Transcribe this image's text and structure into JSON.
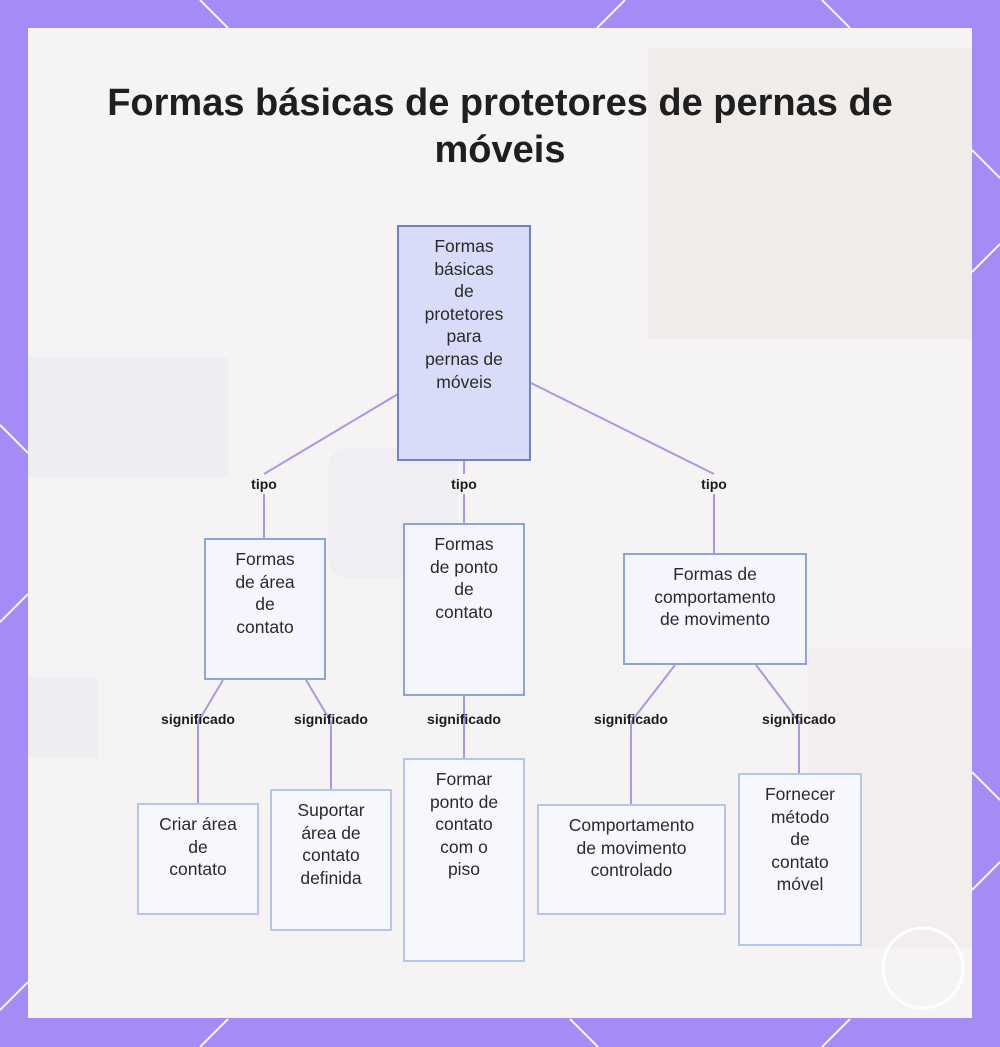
{
  "title": "Formas básicas de protetores de pernas de móveis",
  "colors": {
    "border_purple": "#a58bf5",
    "edge": "#a99ae0",
    "root_fill": "#d9dcf9",
    "node_border": "#8ea3d6"
  },
  "root": {
    "label": "Formas básicas de protetores para pernas de móveis",
    "lines": [
      "Formas",
      "básicas",
      "de",
      "protetores",
      "para",
      "pernas de",
      "móveis"
    ]
  },
  "categories": [
    {
      "label": "Formas de área de contato",
      "lines": [
        "Formas",
        "de área",
        "de",
        "contato"
      ],
      "edge_label": "tipo",
      "children": [
        {
          "label": "Criar área de contato",
          "lines": [
            "Criar área",
            "de",
            "contato"
          ],
          "edge_label": "significado"
        },
        {
          "label": "Suportar área de contato definida",
          "lines": [
            "Suportar",
            "área de",
            "contato",
            "definida"
          ],
          "edge_label": "significado"
        }
      ]
    },
    {
      "label": "Formas de ponto de contato",
      "lines": [
        "Formas",
        "de ponto",
        "de",
        "contato"
      ],
      "edge_label": "tipo",
      "children": [
        {
          "label": "Formar ponto de contato com o piso",
          "lines": [
            "Formar",
            "ponto de",
            "contato",
            "com o",
            "piso"
          ],
          "edge_label": "significado"
        }
      ]
    },
    {
      "label": "Formas de comportamento de movimento",
      "lines": [
        "Formas de",
        "comportamento",
        "de movimento"
      ],
      "edge_label": "tipo",
      "children": [
        {
          "label": "Comportamento de movimento controlado",
          "lines": [
            "Comportamento",
            "de movimento",
            "controlado"
          ],
          "edge_label": "significado"
        },
        {
          "label": "Fornecer método de contato móvel",
          "lines": [
            "Fornecer",
            "método",
            "de",
            "contato",
            "móvel"
          ],
          "edge_label": "significado"
        }
      ]
    }
  ]
}
